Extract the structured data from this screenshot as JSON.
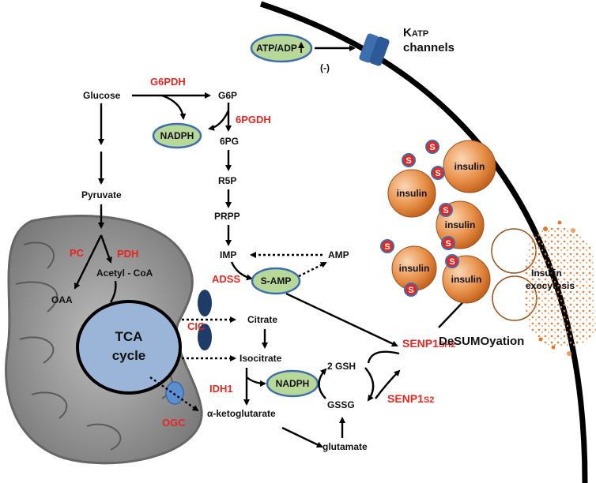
{
  "labels": {
    "glucose": "Glucose",
    "g6pdh": "G6PDH",
    "g6p": "G6P",
    "nadph": "NADPH",
    "sixpgdh": "6PGDH",
    "sixpg": "6PG",
    "r5p": "R5P",
    "prpp": "PRPP",
    "imp": "IMP",
    "amp": "AMP",
    "adss": "ADSS",
    "samp": "S-AMP",
    "pyruvate": "Pyruvate",
    "pc": "PC",
    "pdh": "PDH",
    "acetyl_coa": "Acetyl - CoA",
    "oaa": "OAA",
    "tca_line1": "TCA",
    "tca_line2": "cycle",
    "citrate": "Citrate",
    "cic": "CIC",
    "isocitrate": "Isocitrate",
    "idh1": "IDH1",
    "nadph2": "NADPH",
    "akg": "α-ketoglutarate",
    "ogc": "OGC",
    "gsh": "2 GSH",
    "gssg": "GSSG",
    "glutamate": "glutamate",
    "senp1_sh2_main": "SENP1",
    "senp1_sh2_sub": "SH2",
    "senp1_s2_main": "SENP1",
    "senp1_s2_sub": "S2",
    "atp_adp": "ATP/ADP",
    "minus": "(-)",
    "katp_k": "K",
    "katp_sub": "ATP",
    "katp_channels": "channels",
    "desumoylation": "DeSUMOyation",
    "insulin": "insulin",
    "sumo": "S",
    "exocytosis_line1": "Insulin",
    "exocytosis_line2": "exocytosis"
  },
  "colors": {
    "enzyme_red": "#e8261f",
    "nadph_fill": "#b8d89a",
    "tca_fill": "#9bb5d8",
    "mito_fill": "#8e8e8e",
    "granule_fill": "#e07a2c",
    "channel_fill": "#3d6fb0"
  }
}
